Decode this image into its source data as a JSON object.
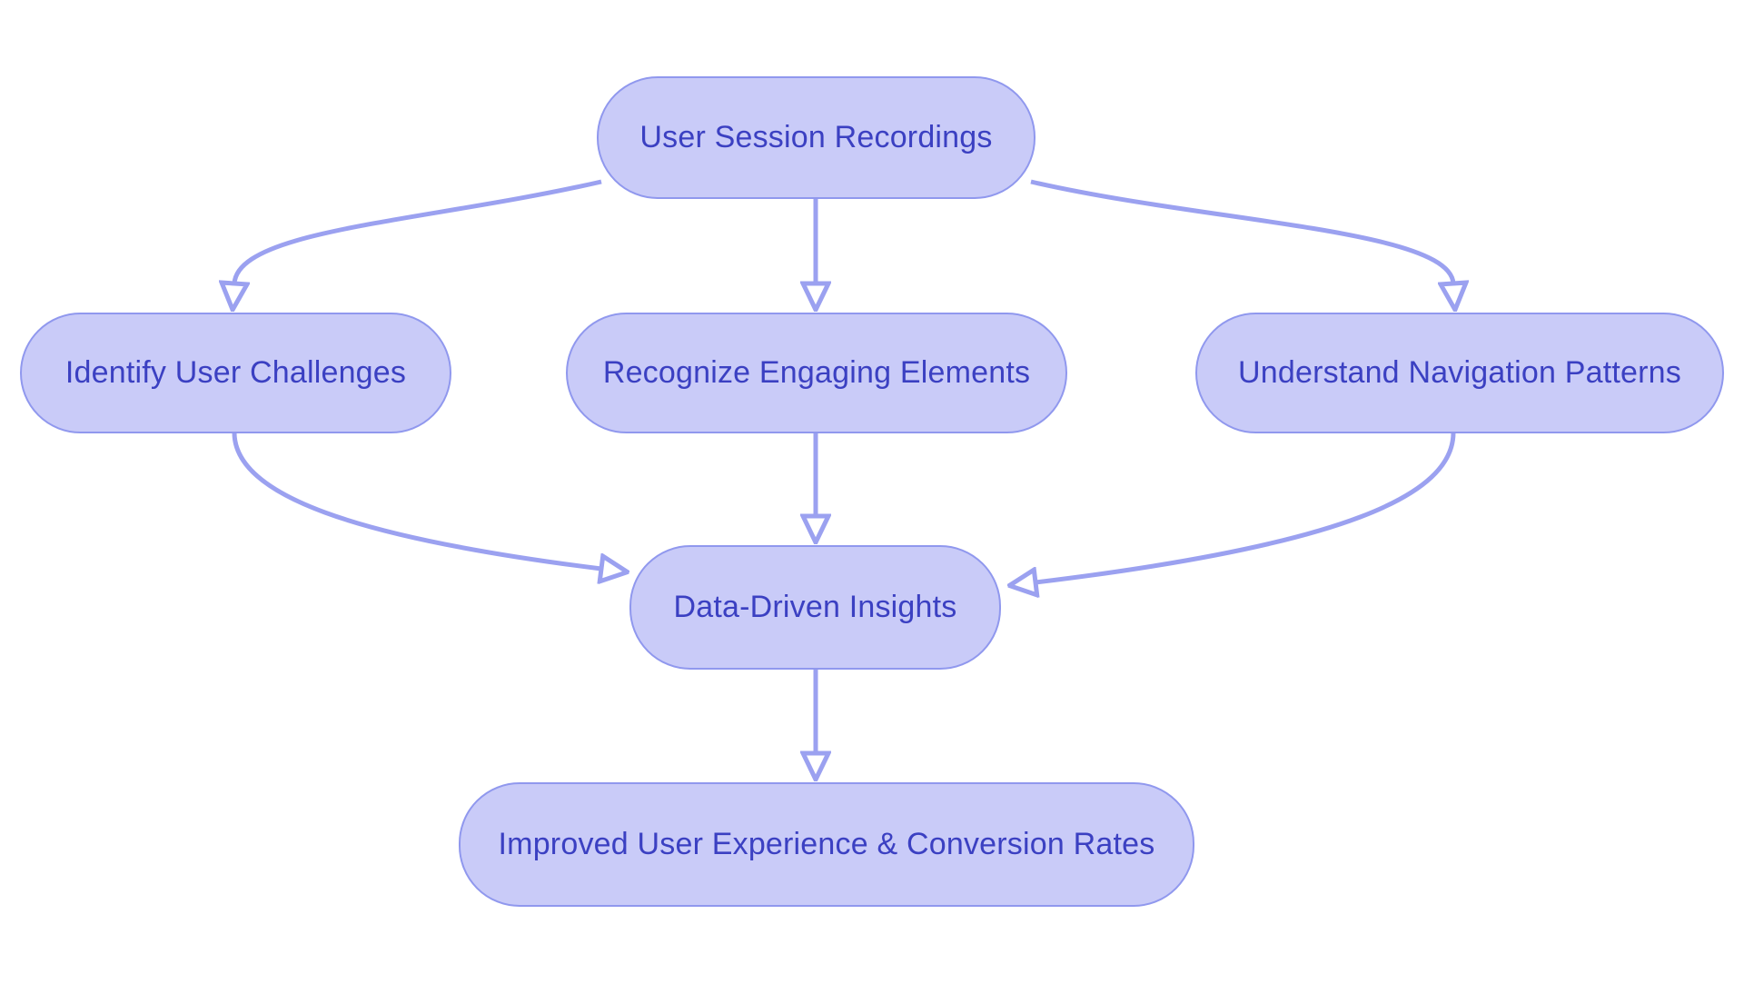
{
  "diagram": {
    "type": "flowchart",
    "direction": "top-down",
    "nodes": [
      {
        "id": "user-session-recordings",
        "label": "User Session Recordings"
      },
      {
        "id": "identify-user-challenges",
        "label": "Identify User Challenges"
      },
      {
        "id": "recognize-engaging-elements",
        "label": "Recognize Engaging Elements"
      },
      {
        "id": "understand-navigation-patterns",
        "label": "Understand Navigation Patterns"
      },
      {
        "id": "data-driven-insights",
        "label": "Data-Driven Insights"
      },
      {
        "id": "improved-ux-conversion",
        "label": "Improved User Experience & Conversion Rates"
      }
    ],
    "edges": [
      {
        "from": "user-session-recordings",
        "to": "identify-user-challenges"
      },
      {
        "from": "user-session-recordings",
        "to": "recognize-engaging-elements"
      },
      {
        "from": "user-session-recordings",
        "to": "understand-navigation-patterns"
      },
      {
        "from": "identify-user-challenges",
        "to": "data-driven-insights"
      },
      {
        "from": "recognize-engaging-elements",
        "to": "data-driven-insights"
      },
      {
        "from": "understand-navigation-patterns",
        "to": "data-driven-insights"
      },
      {
        "from": "data-driven-insights",
        "to": "improved-ux-conversion"
      }
    ],
    "colors": {
      "node_fill": "#c9cbf8",
      "node_border": "#9098ee",
      "node_text": "#3b40c2",
      "edge": "#9ba1f0",
      "background": "#ffffff"
    }
  }
}
